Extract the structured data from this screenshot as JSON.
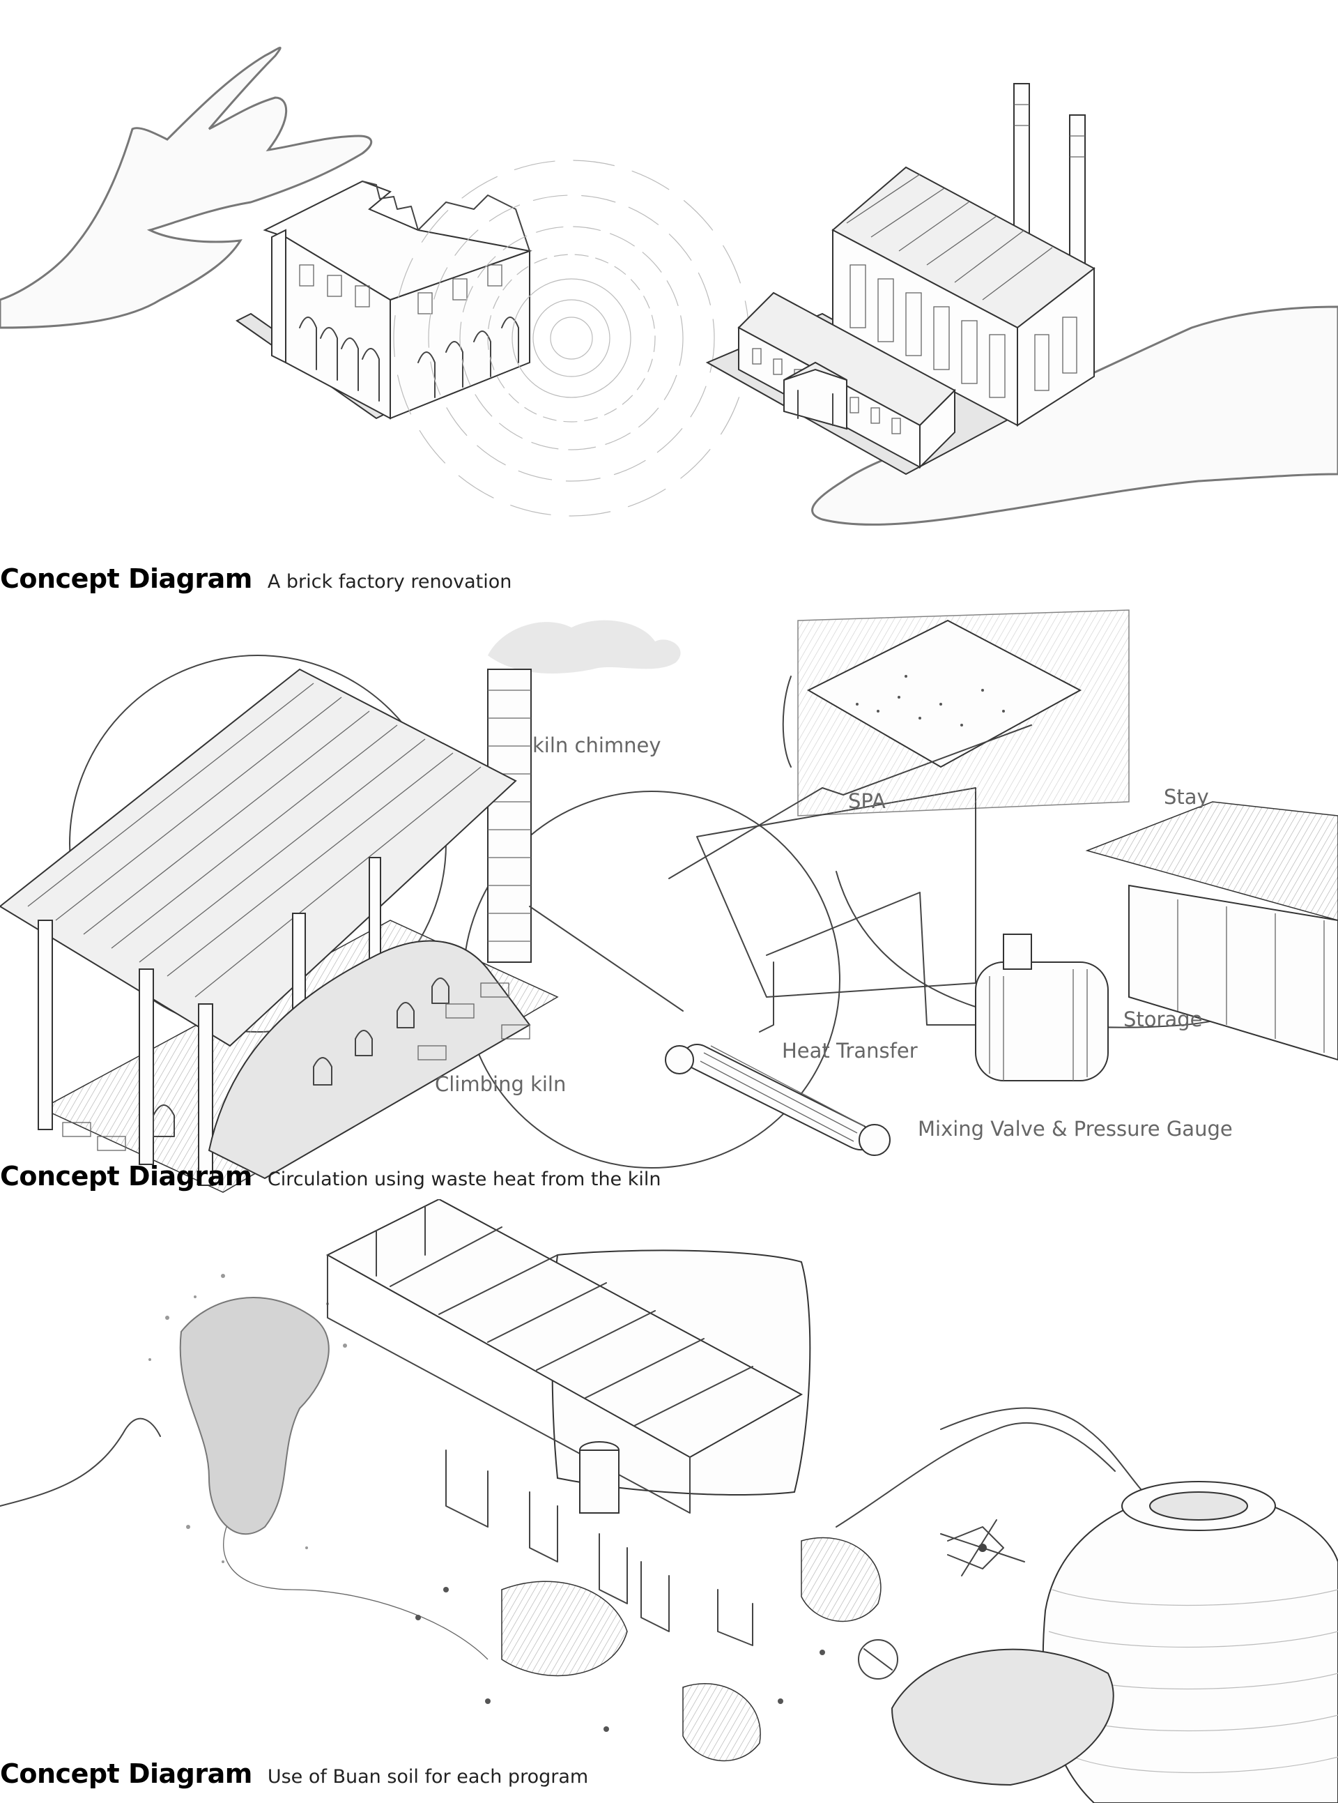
{
  "panels": [
    {
      "title": "Concept Diagram",
      "subtitle": "A brick factory renovation",
      "labels": []
    },
    {
      "title": "Concept Diagram",
      "subtitle": "Circulation using waste heat from the kiln",
      "labels": {
        "kiln_chimney": "kiln chimney",
        "spa": "SPA",
        "stay": "Stay",
        "storage": "Storage",
        "heat_transfer": "Heat Transfer",
        "climbing_kiln": "Climbing kiln",
        "mixing_valve": "Mixing Valve & Pressure Gauge"
      }
    },
    {
      "title": "Concept Diagram",
      "subtitle": "Use of Buan soil for each program",
      "labels": []
    }
  ]
}
